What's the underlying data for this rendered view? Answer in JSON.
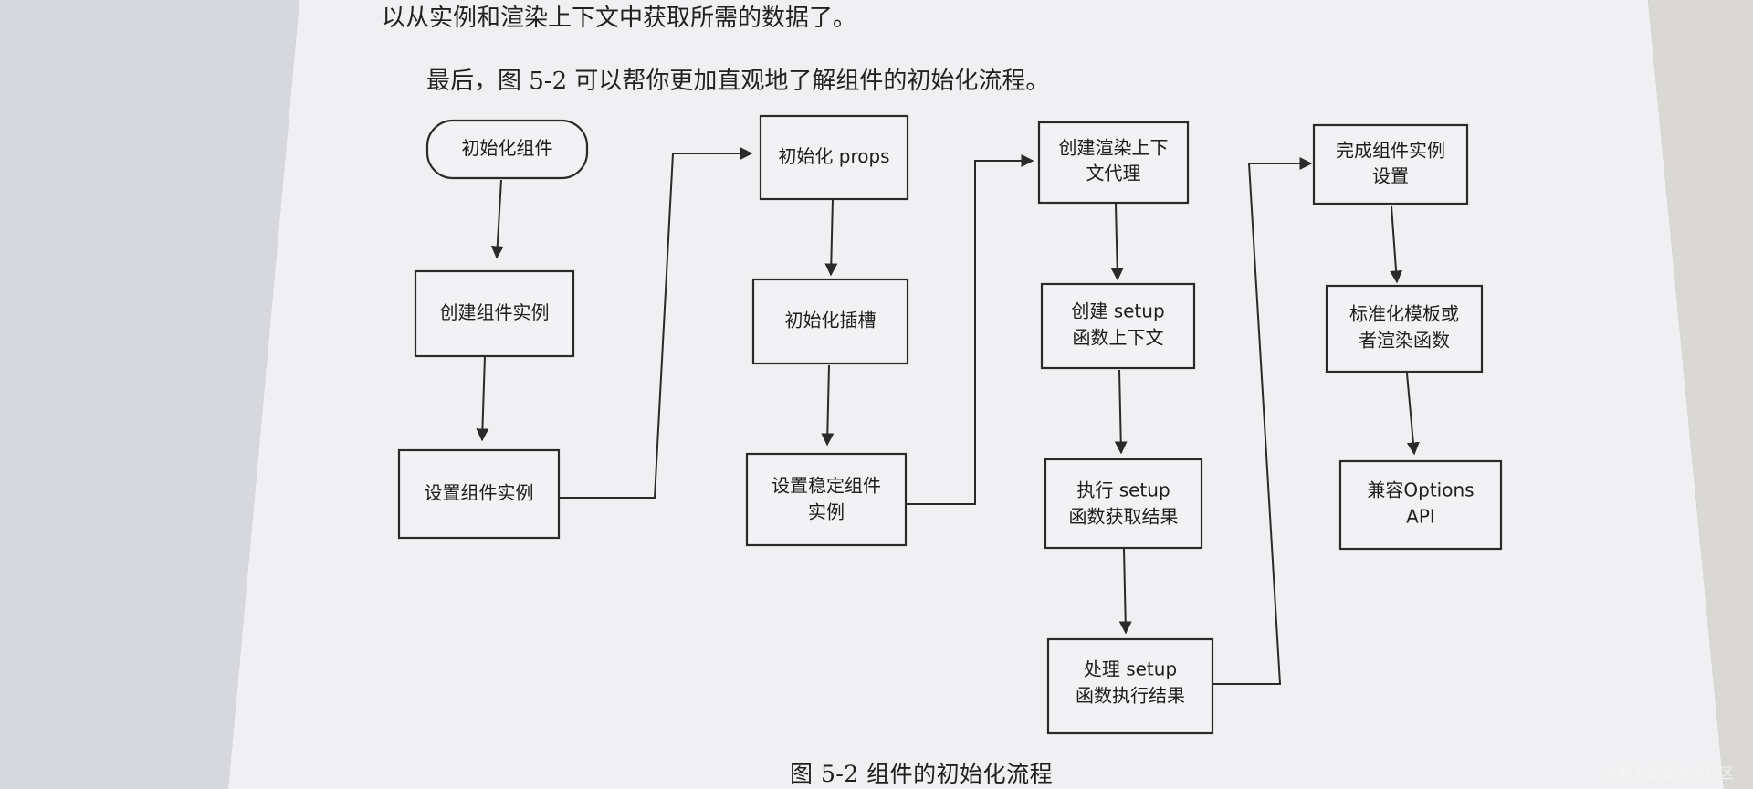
{
  "intro_lines": [
    "以从实例和渲染上下文中获取所需的数据了。",
    "最后，图 5-2 可以帮你更加直观地了解组件的初始化流程。"
  ],
  "flowchart": {
    "nodes": [
      {
        "id": "n1",
        "lines": [
          "初始化组件"
        ]
      },
      {
        "id": "n2",
        "lines": [
          "创建组件实例"
        ]
      },
      {
        "id": "n3",
        "lines": [
          "设置组件实例"
        ]
      },
      {
        "id": "n4",
        "lines": [
          "初始化 props"
        ]
      },
      {
        "id": "n5",
        "lines": [
          "初始化插槽"
        ]
      },
      {
        "id": "n6",
        "lines": [
          "设置稳定组件",
          "实例"
        ]
      },
      {
        "id": "n7",
        "lines": [
          "创建渲染上下",
          "文代理"
        ]
      },
      {
        "id": "n8",
        "lines": [
          "创建 setup",
          "函数上下文"
        ]
      },
      {
        "id": "n9",
        "lines": [
          "执行 setup",
          "函数获取结果"
        ]
      },
      {
        "id": "n10",
        "lines": [
          "处理 setup",
          "函数执行结果"
        ]
      },
      {
        "id": "n11",
        "lines": [
          "完成组件实例",
          "设置"
        ]
      },
      {
        "id": "n12",
        "lines": [
          "标准化模板或",
          "者渲染函数"
        ]
      },
      {
        "id": "n13",
        "lines": [
          "兼容Options",
          "API"
        ]
      }
    ]
  },
  "caption": "图 5-2   组件的初始化流程",
  "watermark": "@稀土掘金技术社区"
}
